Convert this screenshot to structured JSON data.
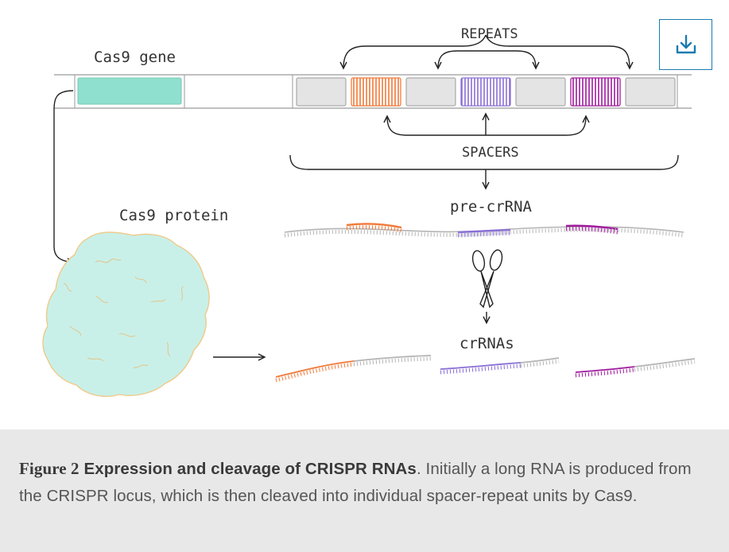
{
  "figure": {
    "labels": {
      "cas9_gene": "Cas9 gene",
      "repeats": "REPEATS",
      "spacers": "SPACERS",
      "pre_crrna": "pre-crRNA",
      "cas9_protein": "Cas9 protein",
      "crrnas": "crRNAs"
    },
    "colors": {
      "cas9": "#8fe0cf",
      "protein_fill": "#c9f0e8",
      "protein_outline": "#f0c98a",
      "repeat_box": "#e4e4e4",
      "spacer_orange": "#f07a3a",
      "spacer_purple": "#8a6fd6",
      "spacer_magenta": "#a01b9e",
      "rna_grey": "#b4b4b4",
      "accent": "#1a7bb0"
    }
  },
  "toolbar": {
    "download_icon": "download-icon"
  },
  "caption": {
    "label": "Figure 2",
    "title": "Expression and cleavage of CRISPR RNAs",
    "body": ". Initially a long RNA is produced from the CRISPR locus, which is then cleaved into individual spacer-repeat units by Cas9."
  }
}
